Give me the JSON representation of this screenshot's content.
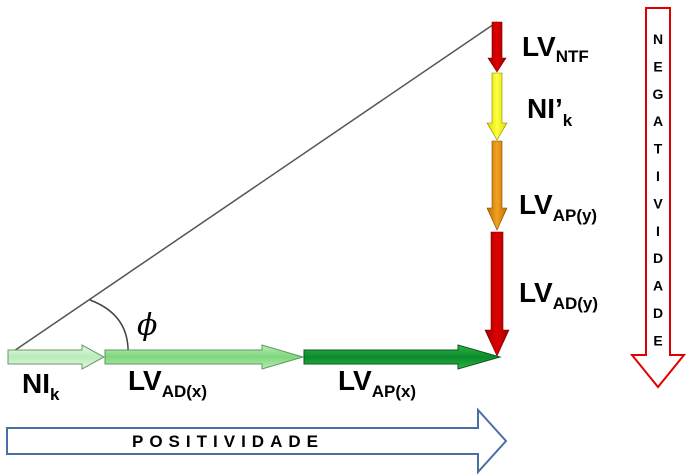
{
  "labels": {
    "lv_ntf": {
      "main": "LV",
      "sub": "NTF"
    },
    "ni_prime_k": {
      "main": "NI’",
      "sub": "k"
    },
    "lv_ap_y": {
      "main": "LV",
      "sub": "AP(y)"
    },
    "lv_ad_y": {
      "main": "LV",
      "sub": "AD(y)"
    },
    "ni_k": {
      "main": "NI",
      "sub": "k"
    },
    "lv_ad_x": {
      "main": "LV",
      "sub": "AD(x)"
    },
    "lv_ap_x": {
      "main": "LV",
      "sub": "AP(x)"
    },
    "angle": "ϕ"
  },
  "positividade": "POSITIVIDADE",
  "negatividade_letters": [
    "N",
    "E",
    "G",
    "A",
    "T",
    "I",
    "V",
    "I",
    "D",
    "A",
    "D",
    "E"
  ],
  "colors": {
    "red_dark": "#c00000",
    "yellow": "#ffff00",
    "orange": "#e69500",
    "green_light": "#c6efce",
    "green_mid": "#8fd98f",
    "green_dark": "#1e9e3a",
    "outline_red": "#e00000",
    "outline_blue": "#4a6fa5"
  }
}
